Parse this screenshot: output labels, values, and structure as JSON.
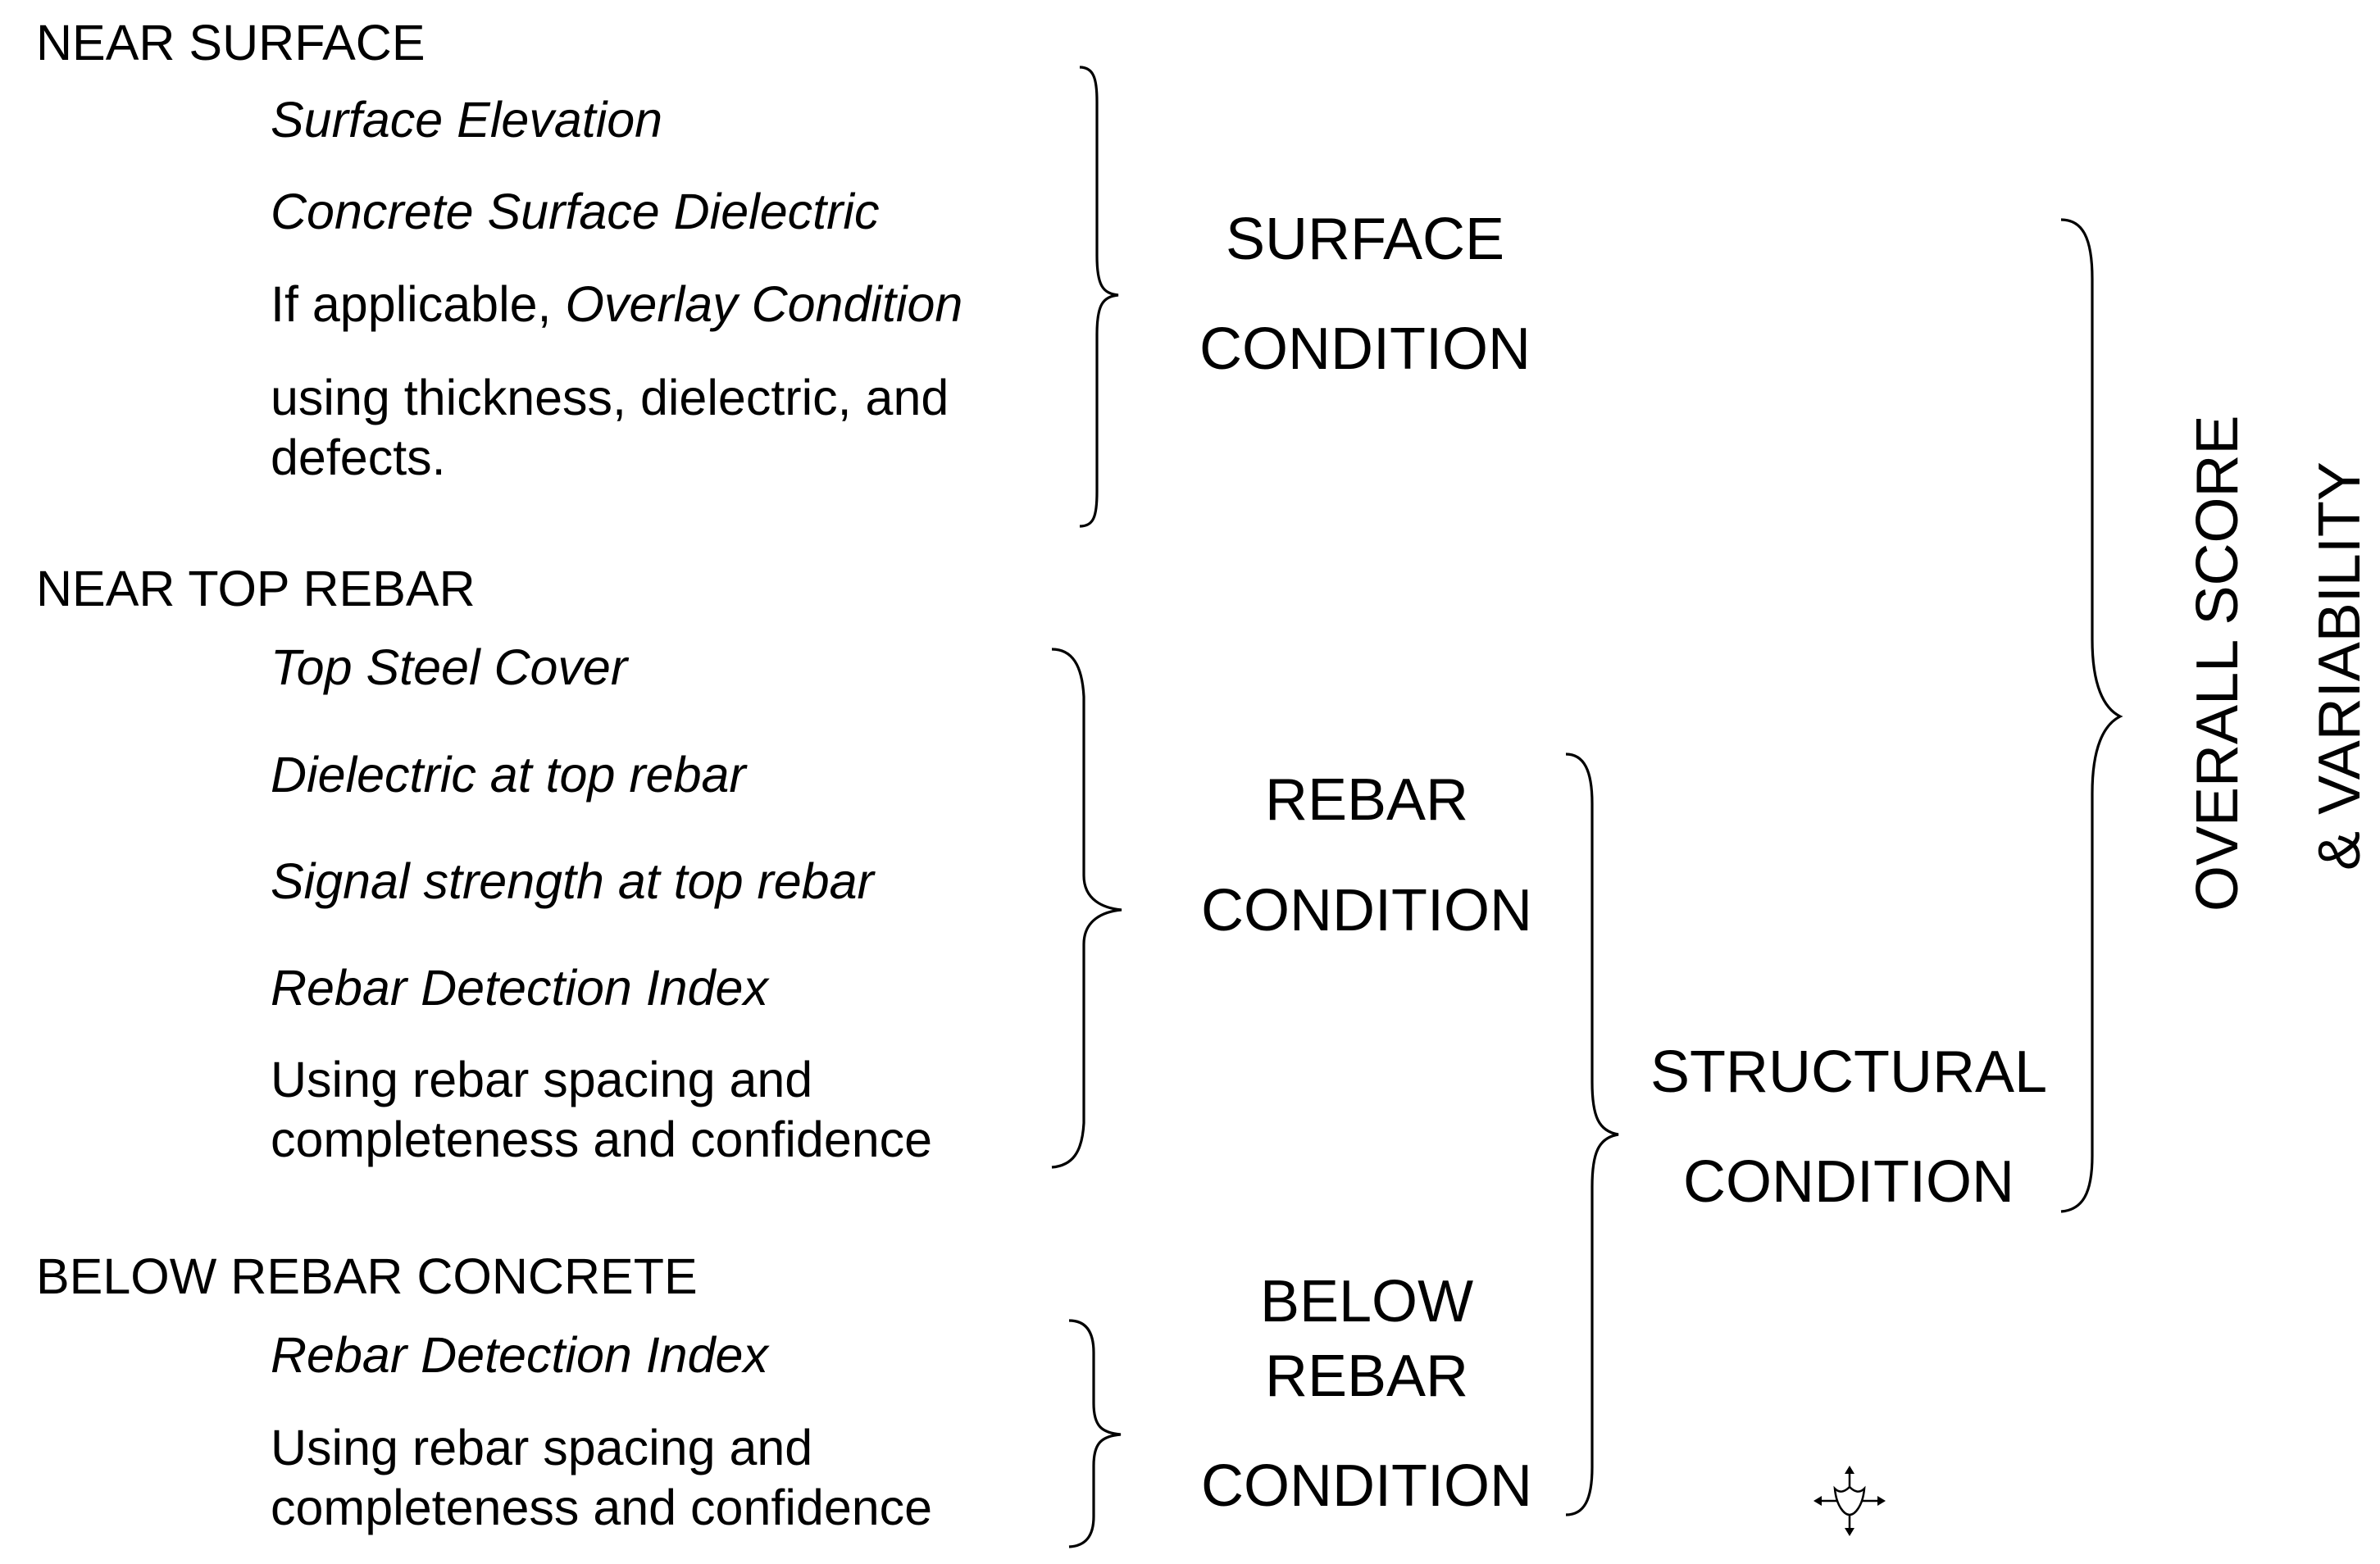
{
  "sections": {
    "near_surface": {
      "header": "NEAR SURFACE",
      "items": [
        "Surface Elevation",
        "Concrete Surface Dielectric"
      ],
      "overlay_prefix": "If applicable, ",
      "overlay_italic": "Overlay Condition",
      "overlay_line2": "using thickness, dielectric, and",
      "overlay_line3": "defects."
    },
    "near_top_rebar": {
      "header": "NEAR TOP REBAR",
      "items": [
        "Top Steel Cover",
        "Dielectric at top rebar",
        "Signal strength at top rebar",
        "Rebar Detection Index"
      ],
      "note_line1": "Using rebar spacing and",
      "note_line2": "completeness and confidence"
    },
    "below_rebar_concrete": {
      "header": "BELOW REBAR CONCRETE",
      "items": [
        "Rebar Detection Index"
      ],
      "note_line1": "Using rebar spacing and",
      "note_line2": "completeness and confidence"
    }
  },
  "conditions": {
    "surface": [
      "SURFACE",
      "CONDITION"
    ],
    "rebar": [
      "REBAR",
      "CONDITION"
    ],
    "below_rebar": [
      "BELOW",
      "REBAR",
      "CONDITION"
    ],
    "structural": [
      "STRUCTURAL",
      "CONDITION"
    ]
  },
  "overall": {
    "line1": "OVERALL SCORE",
    "line2": "& VARIABILITY"
  },
  "icons": {
    "move_cursor": "move-cursor-icon"
  }
}
